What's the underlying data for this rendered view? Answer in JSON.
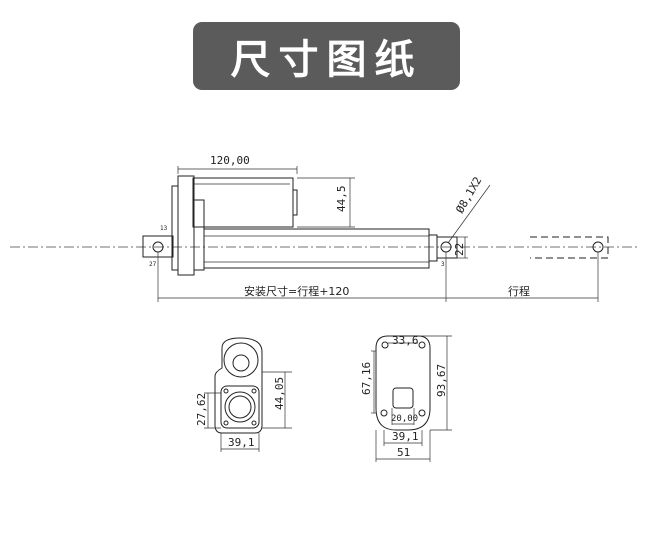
{
  "title": "尺寸图纸",
  "side_view": {
    "motor_length": "120,00",
    "motor_height": "44,5",
    "hole_diameter": "Ø8,1X2",
    "rod_height": "22",
    "small_dim_1": "13",
    "small_dim_2": "27",
    "small_dim_3": "3",
    "install_size": "安装尺寸=行程+120",
    "stroke": "行程"
  },
  "front_view": {
    "height": "44,05",
    "left_height": "27,62",
    "width": "39,1"
  },
  "back_view": {
    "top_width": "33,6",
    "left_height": "67,16",
    "total_height": "93,67",
    "inner_width": "20,00",
    "mid_width": "39,1",
    "total_width": "51"
  }
}
